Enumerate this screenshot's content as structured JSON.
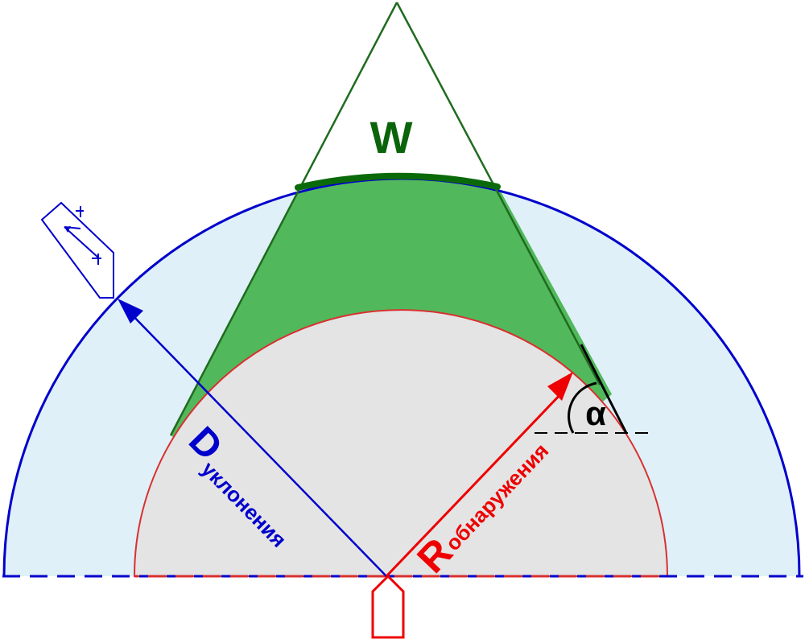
{
  "diagram": {
    "labels": {
      "w": "W",
      "d_main": "D",
      "d_sub": "уклонения",
      "r_main": "R",
      "r_sub": "обнаружения",
      "alpha": "α"
    },
    "colors": {
      "outer_fill": "#dff0f8",
      "outer_stroke": "#0000cc",
      "inner_fill": "#e4e4e4",
      "inner_stroke": "#d93030",
      "sector_fill": "#52b85c",
      "sector_stroke": "#1f6b1f",
      "arc_w": "#0a6a0a",
      "w_label": "#0a640a",
      "d_color": "#0000cc",
      "r_color": "#ee0000",
      "alpha_color": "#000000"
    }
  }
}
